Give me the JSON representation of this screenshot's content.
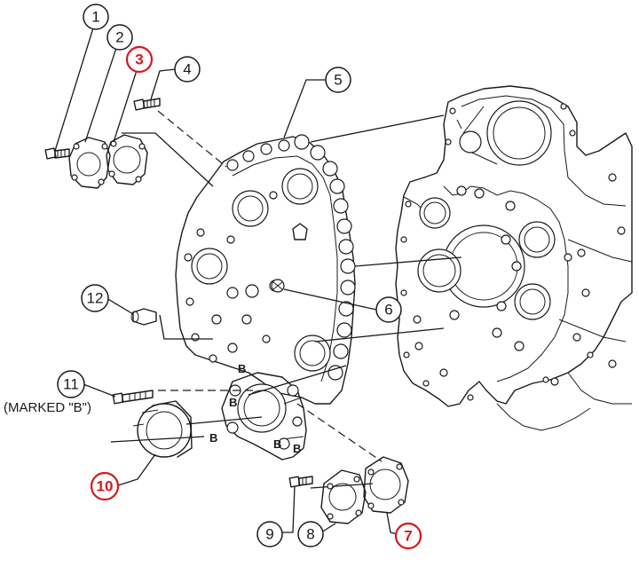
{
  "callouts": {
    "c1": {
      "num": "1",
      "highlight": false
    },
    "c2": {
      "num": "2",
      "highlight": false
    },
    "c3": {
      "num": "3",
      "highlight": true
    },
    "c4": {
      "num": "4",
      "highlight": false
    },
    "c5": {
      "num": "5",
      "highlight": false
    },
    "c6": {
      "num": "6",
      "highlight": false
    },
    "c7": {
      "num": "7",
      "highlight": true
    },
    "c8": {
      "num": "8",
      "highlight": false
    },
    "c9": {
      "num": "9",
      "highlight": false
    },
    "c10": {
      "num": "10",
      "highlight": true
    },
    "c11": {
      "num": "11",
      "highlight": false
    },
    "c12": {
      "num": "12",
      "highlight": false
    }
  },
  "labels": {
    "marked_b": "(MARKED \"B\")",
    "b_mark": "B"
  },
  "colors": {
    "ink": "#1a1a1a",
    "highlight": "#d21a1a",
    "background": "#ffffff"
  }
}
